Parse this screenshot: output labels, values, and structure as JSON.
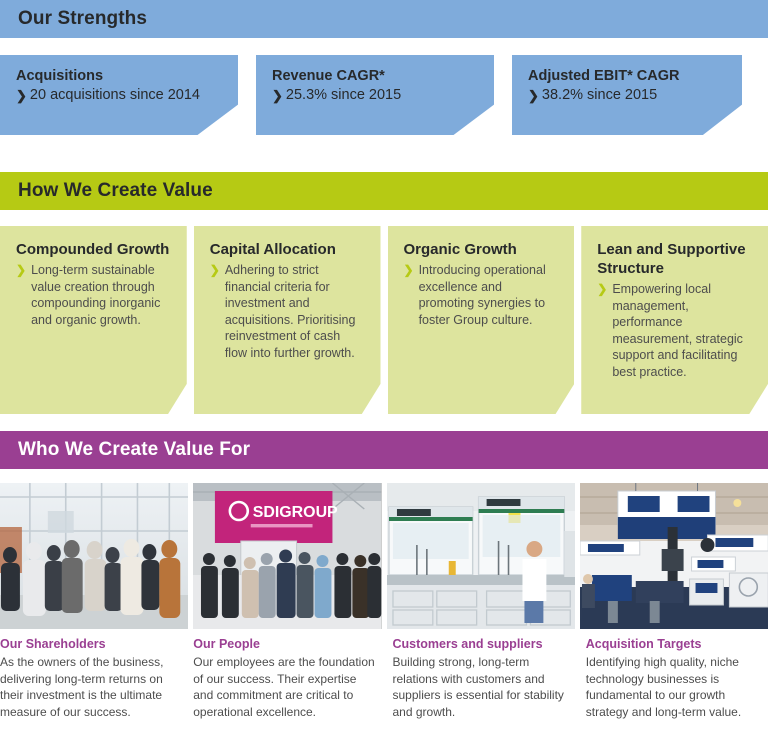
{
  "sections": {
    "strengths": {
      "banner": "Our Strengths",
      "cards": [
        {
          "title": "Acquisitions",
          "chevron": "❯",
          "value": "20 acquisitions since 2014"
        },
        {
          "title": "Revenue CAGR*",
          "chevron": "❯",
          "value": "25.3% since 2015"
        },
        {
          "title": "Adjusted EBIT* CAGR",
          "chevron": "❯",
          "value": "38.2% since 2015"
        }
      ]
    },
    "how_we_create_value": {
      "banner": "How We Create Value",
      "cards": [
        {
          "title": "Compounded Growth",
          "chevron": "❯",
          "text": "Long-term sustainable value creation through compounding inorganic and organic growth."
        },
        {
          "title": "Capital Allocation",
          "chevron": "❯",
          "text": "Adhering to strict financial criteria for investment and acquisitions. Prioritising reinvestment of cash flow into further growth."
        },
        {
          "title": "Organic Growth",
          "chevron": "❯",
          "text": "Introducing operational excellence and promoting synergies to foster Group culture."
        },
        {
          "title": "Lean and Supportive Structure",
          "chevron": "❯",
          "text": "Empowering local management, performance measurement, strategic support and facilitating best practice."
        }
      ]
    },
    "who_we_create_value_for": {
      "banner": "Who We Create Value For",
      "cards": [
        {
          "title": "Our Shareholders",
          "text": "As the owners of the business, delivering long-term returns on their investment is the ultimate measure of our success.",
          "photo": "networking-event-photo"
        },
        {
          "title": "Our People",
          "text": "Our employees are the foundation of our success. Their expertise and commitment are critical to operational excellence.",
          "photo": "sdi-group-team-photo",
          "photo_banner_text": "SDIGROUP"
        },
        {
          "title": "Customers and suppliers",
          "text": "Building strong, long-term relations with customers and suppliers is essential for stability and growth.",
          "photo": "laboratory-fume-hoods-photo"
        },
        {
          "title": "Acquisition Targets",
          "text": "Identifying high quality, niche technology businesses is fundamental to our growth strategy and long-term value.",
          "photo": "trade-show-booth-photo"
        }
      ]
    }
  },
  "colors": {
    "blue": "#7fabdb",
    "green": "#b6ca14",
    "green_light": "#dde49e",
    "purple": "#9a3f92",
    "dark_text": "#27292b",
    "body_text": "#4d4d4d"
  }
}
